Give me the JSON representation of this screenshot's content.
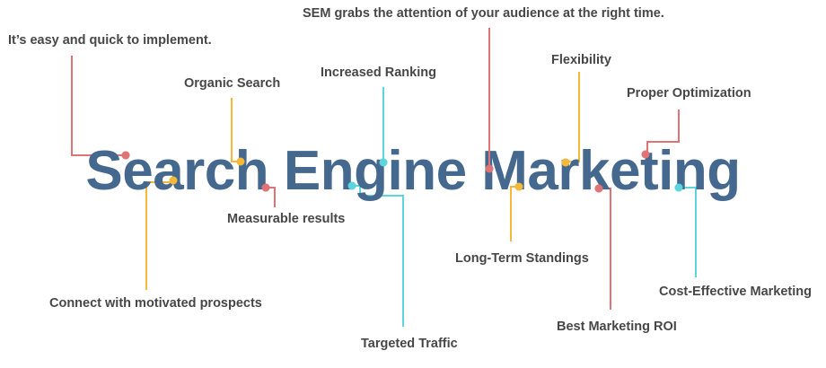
{
  "title": "Search Engine Marketing",
  "colors": {
    "title": "#45688f",
    "red": "#df7376",
    "yellow": "#f4b83a",
    "cyan": "#5cd5de",
    "text": "#474747"
  },
  "labels": {
    "easy": "It’s easy and quick to implement.",
    "organic": "Organic Search",
    "connect": "Connect with motivated prospects",
    "measurable": "Measurable results",
    "ranking": "Increased Ranking",
    "targeted": "Targeted Traffic",
    "sem": "SEM grabs the attention of your audience at the right time.",
    "longterm": "Long-Term Standings",
    "flexibility": "Flexibility",
    "bestroi": "Best Marketing ROI",
    "optimization": "Proper Optimization",
    "costeffective": "Cost-Effective Marketing"
  }
}
